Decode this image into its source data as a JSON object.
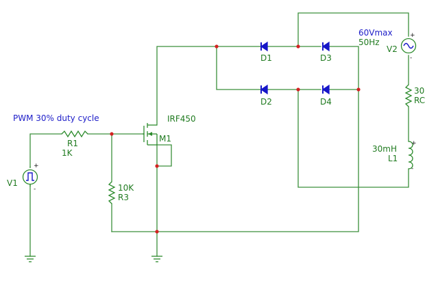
{
  "annotation": {
    "pwm_note": "PWM 30% duty cycle"
  },
  "source_v1": {
    "ref": "V1"
  },
  "source_v2": {
    "ref": "V2",
    "value_line1": "60Vmax",
    "value_line2": "50Hz"
  },
  "resistor_r1": {
    "ref": "R1",
    "value": "1K"
  },
  "resistor_r3": {
    "value": "10K",
    "ref": "R3"
  },
  "resistor_rc": {
    "value": "30",
    "ref": "RC"
  },
  "inductor_l1": {
    "value": "30mH",
    "ref": "L1"
  },
  "mosfet_m1": {
    "part": "IRF450",
    "ref": "M1"
  },
  "diodes": {
    "d1": "D1",
    "d2": "D2",
    "d3": "D3",
    "d4": "D4"
  },
  "polarity": {
    "plus": "+",
    "minus": "-"
  },
  "colors": {
    "wire": "#3a8f3a",
    "diode": "#1616c8",
    "source_symbol": "#1616c8",
    "junction": "#d42222",
    "label": "#1f7a1f",
    "annotation": "#1c1cc8"
  }
}
